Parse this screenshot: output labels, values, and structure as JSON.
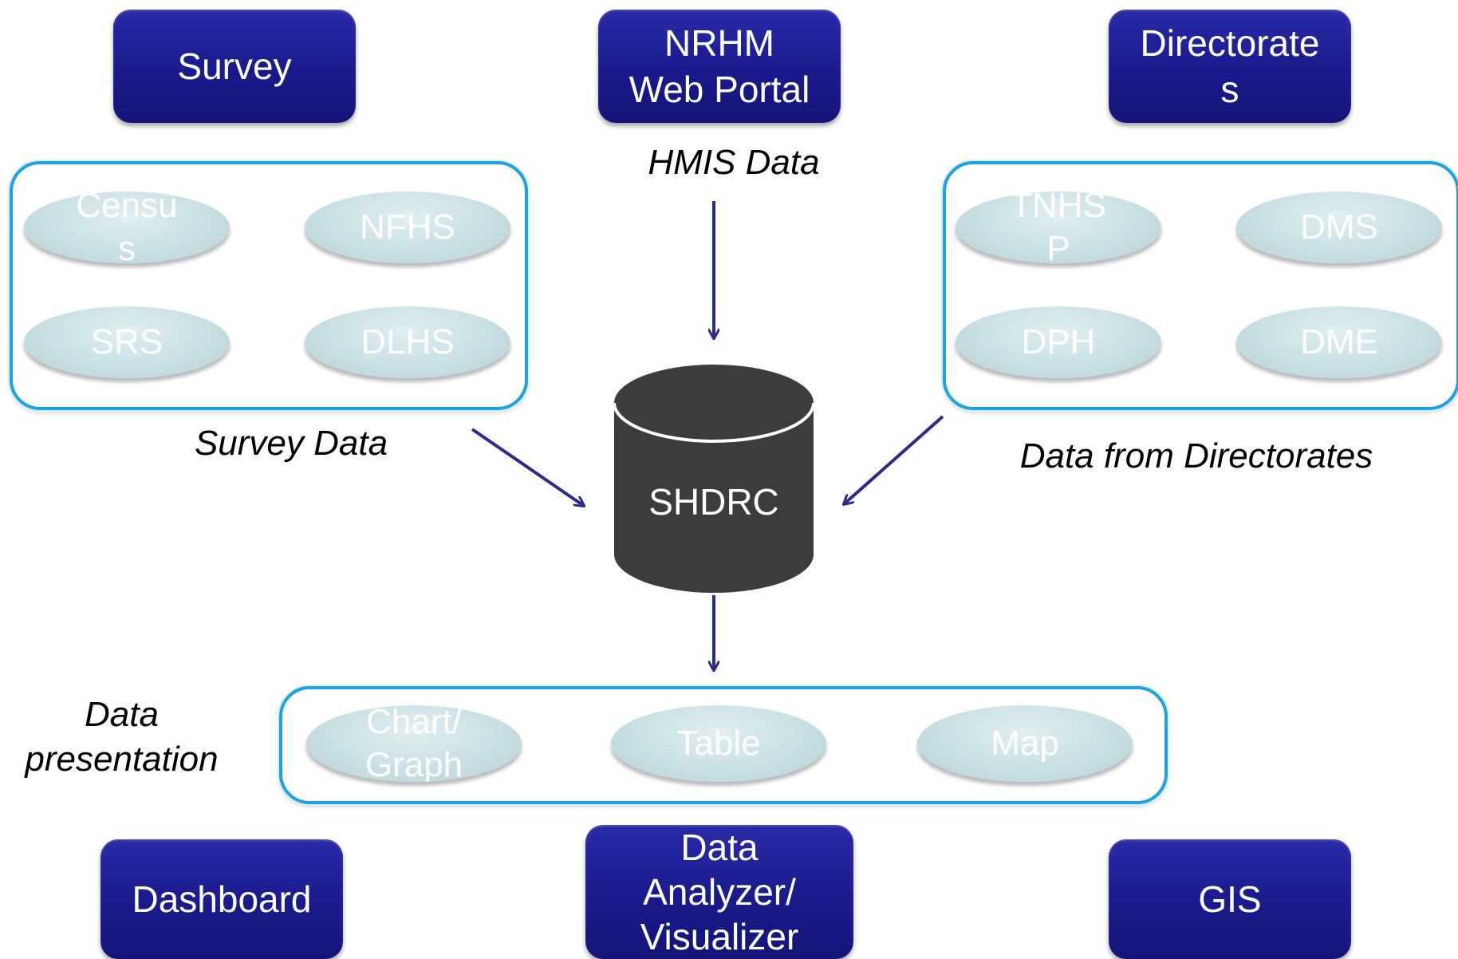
{
  "top_sources": {
    "survey": "Survey",
    "nrhm": "NRHM\nWeb Portal",
    "directorates": "Directorate\ns"
  },
  "flow_labels": {
    "hmis": "HMIS Data",
    "survey_data": "Survey Data",
    "directorate_data": "Data from Directorates",
    "data_presentation": "Data\npresentation"
  },
  "survey_group": {
    "items": [
      "Censu\ns",
      "NFHS",
      "SRS",
      "DLHS"
    ]
  },
  "directorate_group": {
    "items": [
      "TNHS\nP",
      "DMS",
      "DPH",
      "DME"
    ]
  },
  "center": {
    "label": "SHDRC"
  },
  "presentation_group": {
    "items": [
      "Chart/\nGraph",
      "Table",
      "Map"
    ]
  },
  "outputs": {
    "dashboard": "Dashboard",
    "analyzer": "Data\nAnalyzer/\nVisualizer",
    "gis": "GIS"
  },
  "colors": {
    "box": "#1a1a8c",
    "group_border": "#1fa2e4",
    "arrow": "#2b2b8f",
    "cylinder": "#3c3c3c"
  }
}
